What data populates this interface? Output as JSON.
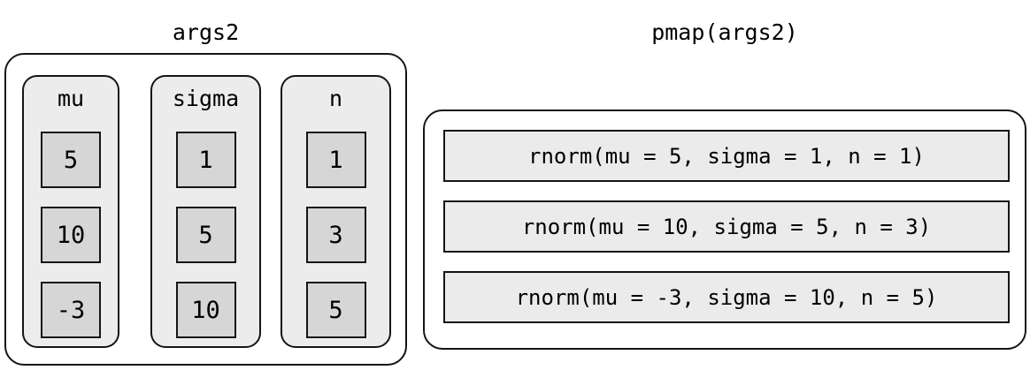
{
  "diagram": {
    "background_color": "#ffffff",
    "stroke_color": "#151515",
    "group_fill": "#ececec",
    "cell_fill": "#d6d6d6",
    "row_fill": "#ebebeb"
  },
  "input_panel": {
    "title": "args2",
    "columns": [
      {
        "header": "mu",
        "values": [
          "5",
          "10",
          "-3"
        ]
      },
      {
        "header": "sigma",
        "values": [
          "1",
          "5",
          "10"
        ]
      },
      {
        "header": "n",
        "values": [
          "1",
          "3",
          "5"
        ]
      }
    ]
  },
  "output_panel": {
    "title": "pmap(args2)",
    "rows": [
      "rnorm(mu = 5, sigma = 1, n = 1)",
      "rnorm(mu = 10, sigma = 5, n = 3)",
      "rnorm(mu = -3, sigma = 10, n = 5)"
    ]
  }
}
